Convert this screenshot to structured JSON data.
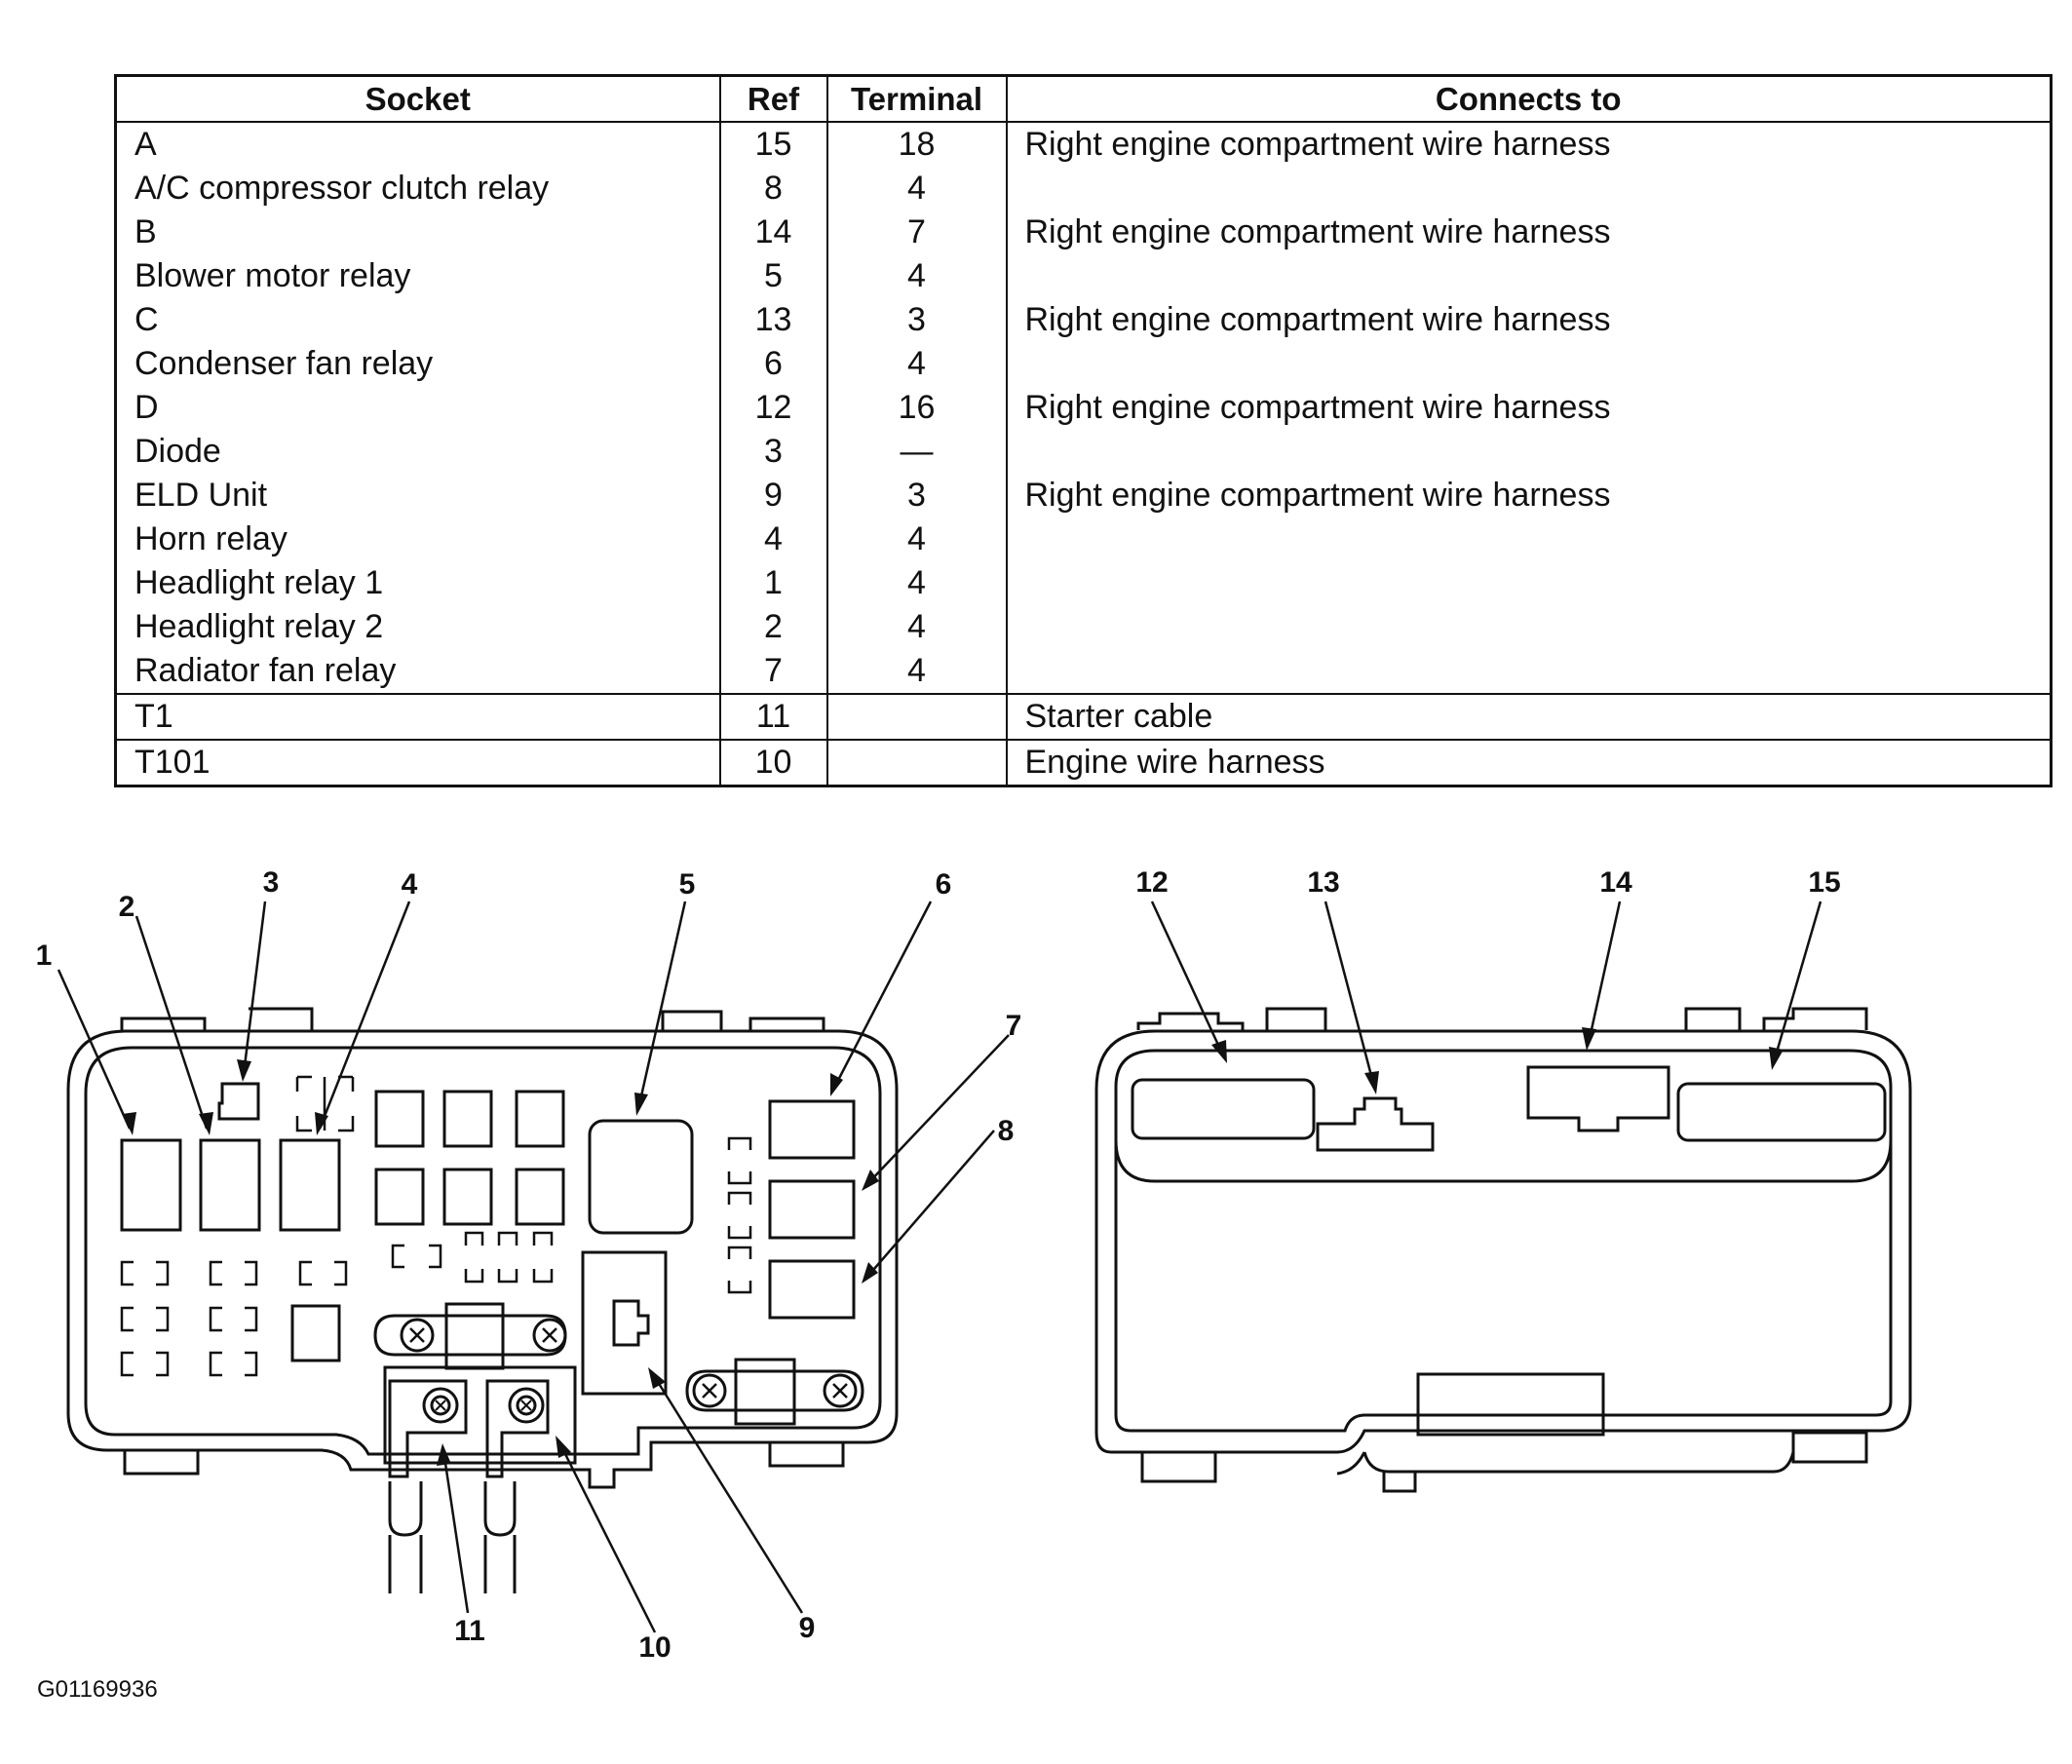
{
  "table": {
    "headers": [
      "Socket",
      "Ref",
      "Terminal",
      "Connects to"
    ],
    "rows": [
      {
        "socket": "A",
        "ref": "15",
        "terminal": "18",
        "connects": "Right engine compartment wire harness"
      },
      {
        "socket": "A/C compressor clutch relay",
        "ref": "8",
        "terminal": "4",
        "connects": ""
      },
      {
        "socket": "B",
        "ref": "14",
        "terminal": "7",
        "connects": "Right engine compartment wire harness"
      },
      {
        "socket": "Blower motor relay",
        "ref": "5",
        "terminal": "4",
        "connects": ""
      },
      {
        "socket": "C",
        "ref": "13",
        "terminal": "3",
        "connects": "Right engine compartment wire harness"
      },
      {
        "socket": "Condenser fan relay",
        "ref": "6",
        "terminal": "4",
        "connects": ""
      },
      {
        "socket": "D",
        "ref": "12",
        "terminal": "16",
        "connects": "Right engine compartment wire harness"
      },
      {
        "socket": "Diode",
        "ref": "3",
        "terminal": "—",
        "connects": ""
      },
      {
        "socket": "ELD Unit",
        "ref": "9",
        "terminal": "3",
        "connects": "Right engine compartment wire harness"
      },
      {
        "socket": "Horn relay",
        "ref": "4",
        "terminal": "4",
        "connects": ""
      },
      {
        "socket": "Headlight relay 1",
        "ref": "1",
        "terminal": "4",
        "connects": ""
      },
      {
        "socket": "Headlight relay 2",
        "ref": "2",
        "terminal": "4",
        "connects": ""
      },
      {
        "socket": "Radiator fan relay",
        "ref": "7",
        "terminal": "4",
        "connects": ""
      },
      {
        "socket": "T1",
        "ref": "11",
        "terminal": "",
        "connects": "Starter cable"
      },
      {
        "socket": "T101",
        "ref": "10",
        "terminal": "",
        "connects": "Engine wire harness"
      }
    ]
  },
  "callouts": [
    "1",
    "2",
    "3",
    "4",
    "5",
    "6",
    "7",
    "8",
    "9",
    "10",
    "11",
    "12",
    "13",
    "14",
    "15"
  ],
  "figure_id": "G01169936"
}
